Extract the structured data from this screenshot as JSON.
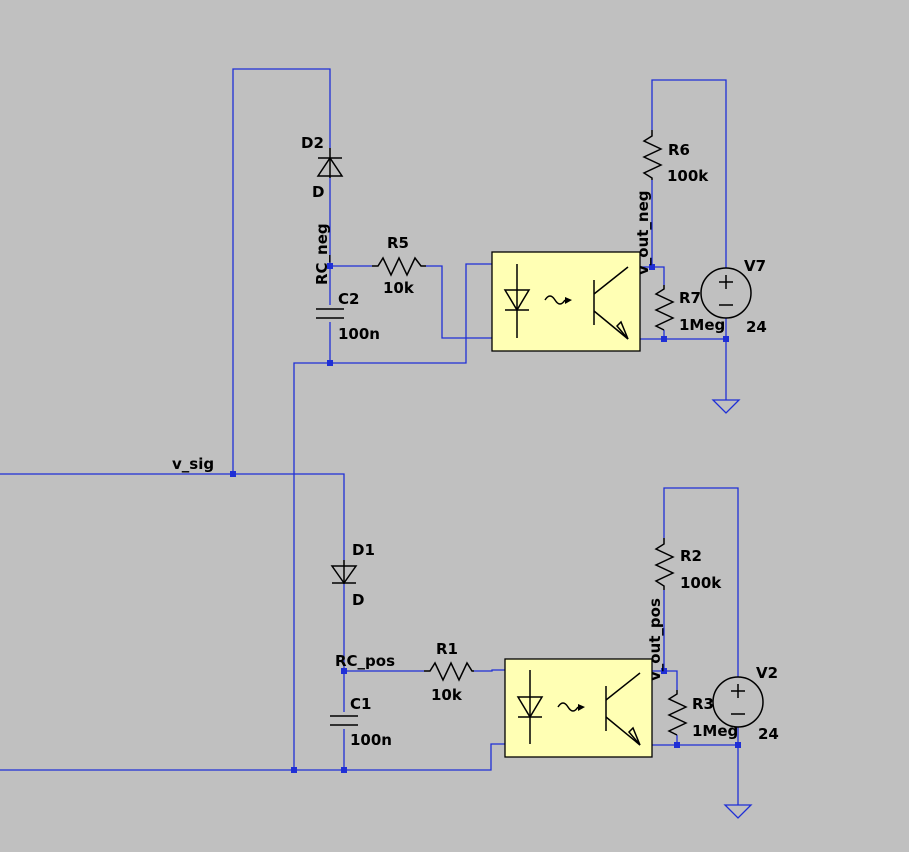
{
  "nets": {
    "v_sig": "v_sig",
    "rc_neg": "RC_neg",
    "rc_pos": "RC_pos",
    "v_out_neg": "v_out_neg",
    "v_out_pos": "v_out_pos"
  },
  "components": {
    "d2": {
      "ref": "D2",
      "value": "D"
    },
    "d1": {
      "ref": "D1",
      "value": "D"
    },
    "r5": {
      "ref": "R5",
      "value": "10k"
    },
    "r1": {
      "ref": "R1",
      "value": "10k"
    },
    "c2": {
      "ref": "C2",
      "value": "100n"
    },
    "c1": {
      "ref": "C1",
      "value": "100n"
    },
    "r6": {
      "ref": "R6",
      "value": "100k"
    },
    "r2": {
      "ref": "R2",
      "value": "100k"
    },
    "r7": {
      "ref": "R7",
      "value": "1Meg"
    },
    "r3": {
      "ref": "R3",
      "value": "1Meg"
    },
    "v7": {
      "ref": "V7",
      "value": "24"
    },
    "v2": {
      "ref": "V2",
      "value": "24"
    }
  },
  "colors": {
    "background": "#c0c0c0",
    "wire": "#1f2fd6",
    "optocoupler_fill": "#ffffb4",
    "component": "#000000"
  }
}
